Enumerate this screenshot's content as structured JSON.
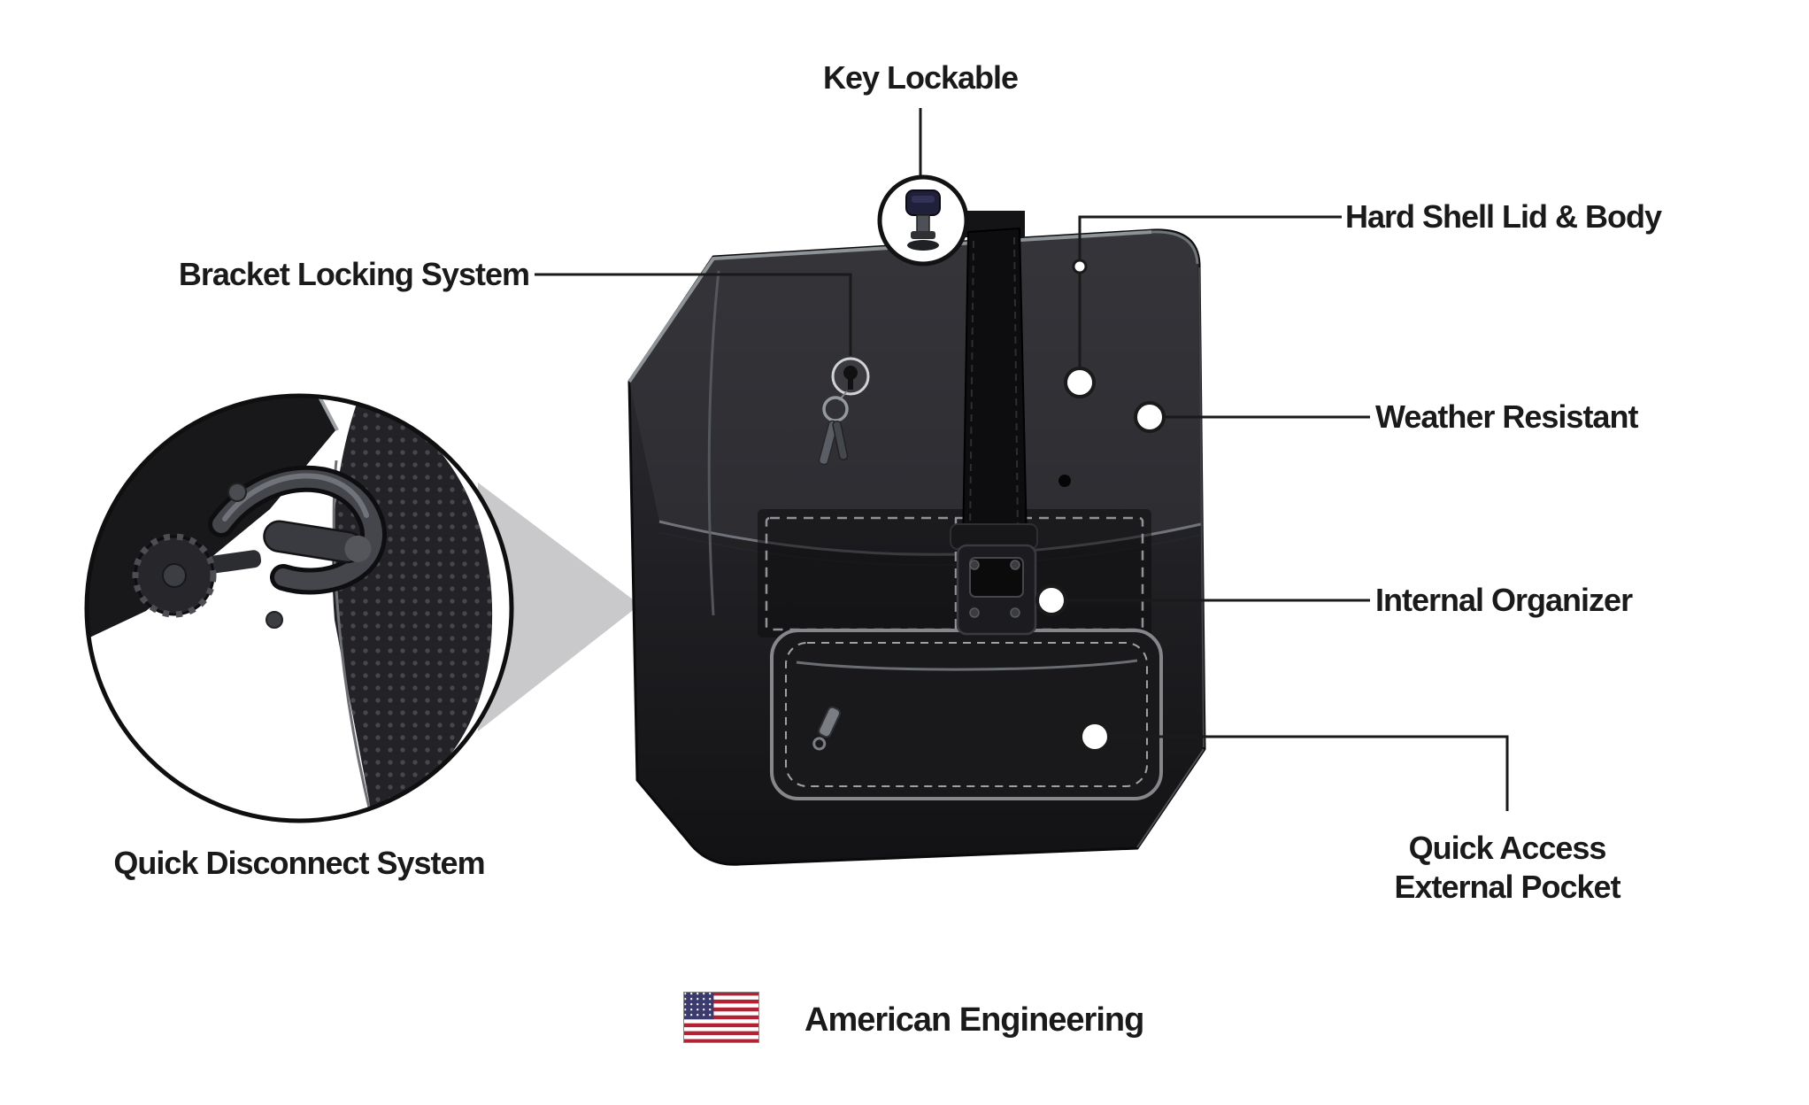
{
  "diagram": {
    "callouts": {
      "key_lockable": "Key Lockable",
      "bracket_locking": "Bracket Locking System",
      "hard_shell": "Hard Shell Lid & Body",
      "weather_resistant": "Weather Resistant",
      "internal_organizer": "Internal Organizer",
      "quick_access": "Quick Access\nExternal Pocket",
      "quick_disconnect": "Quick Disconnect System"
    },
    "footer": {
      "text": "American Engineering",
      "flag_icon": "us-flag-icon"
    },
    "colors": {
      "callout_line": "#1a1a1a",
      "bag_body": "#1f1f22",
      "wedge": "#c9c9cb",
      "flag_red": "#b22234",
      "flag_blue": "#3c3b6e"
    }
  }
}
